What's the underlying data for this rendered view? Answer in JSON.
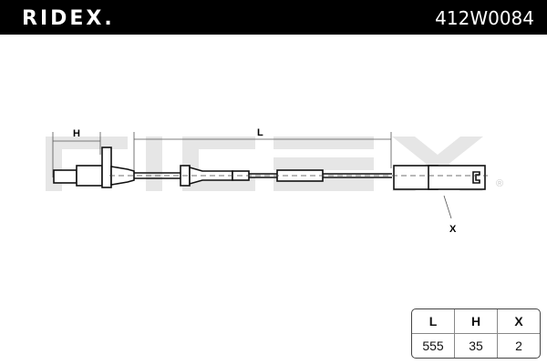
{
  "header": {
    "brand": "RIDEX.",
    "part_number": "412W0084"
  },
  "diagram": {
    "dim_h": "H",
    "dim_l": "L",
    "callout_x": "X",
    "watermark": "RIDEX",
    "registered": "®"
  },
  "spec_table": {
    "headers": [
      "L",
      "H",
      "X"
    ],
    "values": [
      "555",
      "35",
      "2"
    ]
  }
}
